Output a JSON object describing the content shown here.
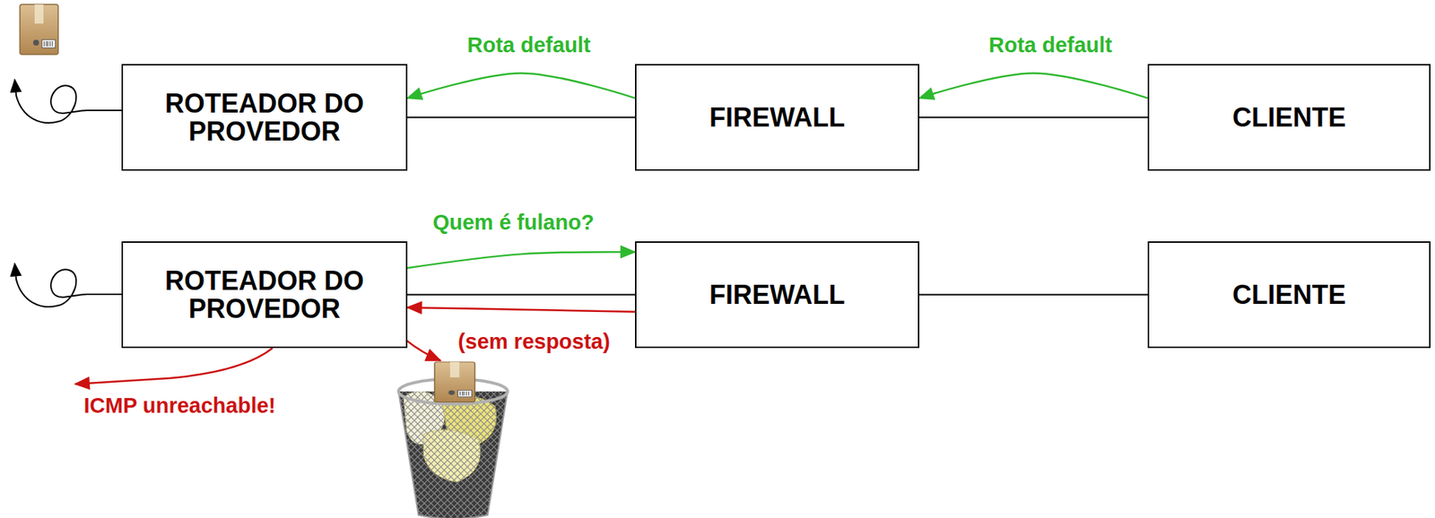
{
  "diagram": {
    "nodes": [
      {
        "text": [
          "ROTEADOR DO PROVEDOR"
        ]
      },
      {
        "text": [
          "FIREWALL"
        ]
      },
      {
        "text": [
          "CLIENTE"
        ]
      },
      {
        "text": [
          "ROTEADOR DO PROVEDOR"
        ]
      },
      {
        "text": [
          "FIREWALL"
        ]
      },
      {
        "text": [
          "CLIENTE"
        ]
      }
    ],
    "edges": [
      {
        "from": 1,
        "to": 0,
        "label": "Rota default",
        "arrow": "to"
      },
      {
        "from": 2,
        "to": 1,
        "label": "Rota default",
        "arrow": "to"
      },
      {
        "from": 0,
        "to": 1,
        "arrow": "none"
      },
      {
        "from": 1,
        "to": 2,
        "arrow": "none"
      },
      {
        "from": 3,
        "to": 4,
        "label": "Quem é fulano?",
        "arrow": "to"
      },
      {
        "from": 4,
        "to": 3,
        "label": "(sem resposta)",
        "arrow": "to"
      },
      {
        "from": 3,
        "to": 4,
        "arrow": "none"
      },
      {
        "from": 4,
        "to": 5,
        "arrow": "none"
      }
    ],
    "labels": [
      "ICMP unreachable!"
    ]
  }
}
